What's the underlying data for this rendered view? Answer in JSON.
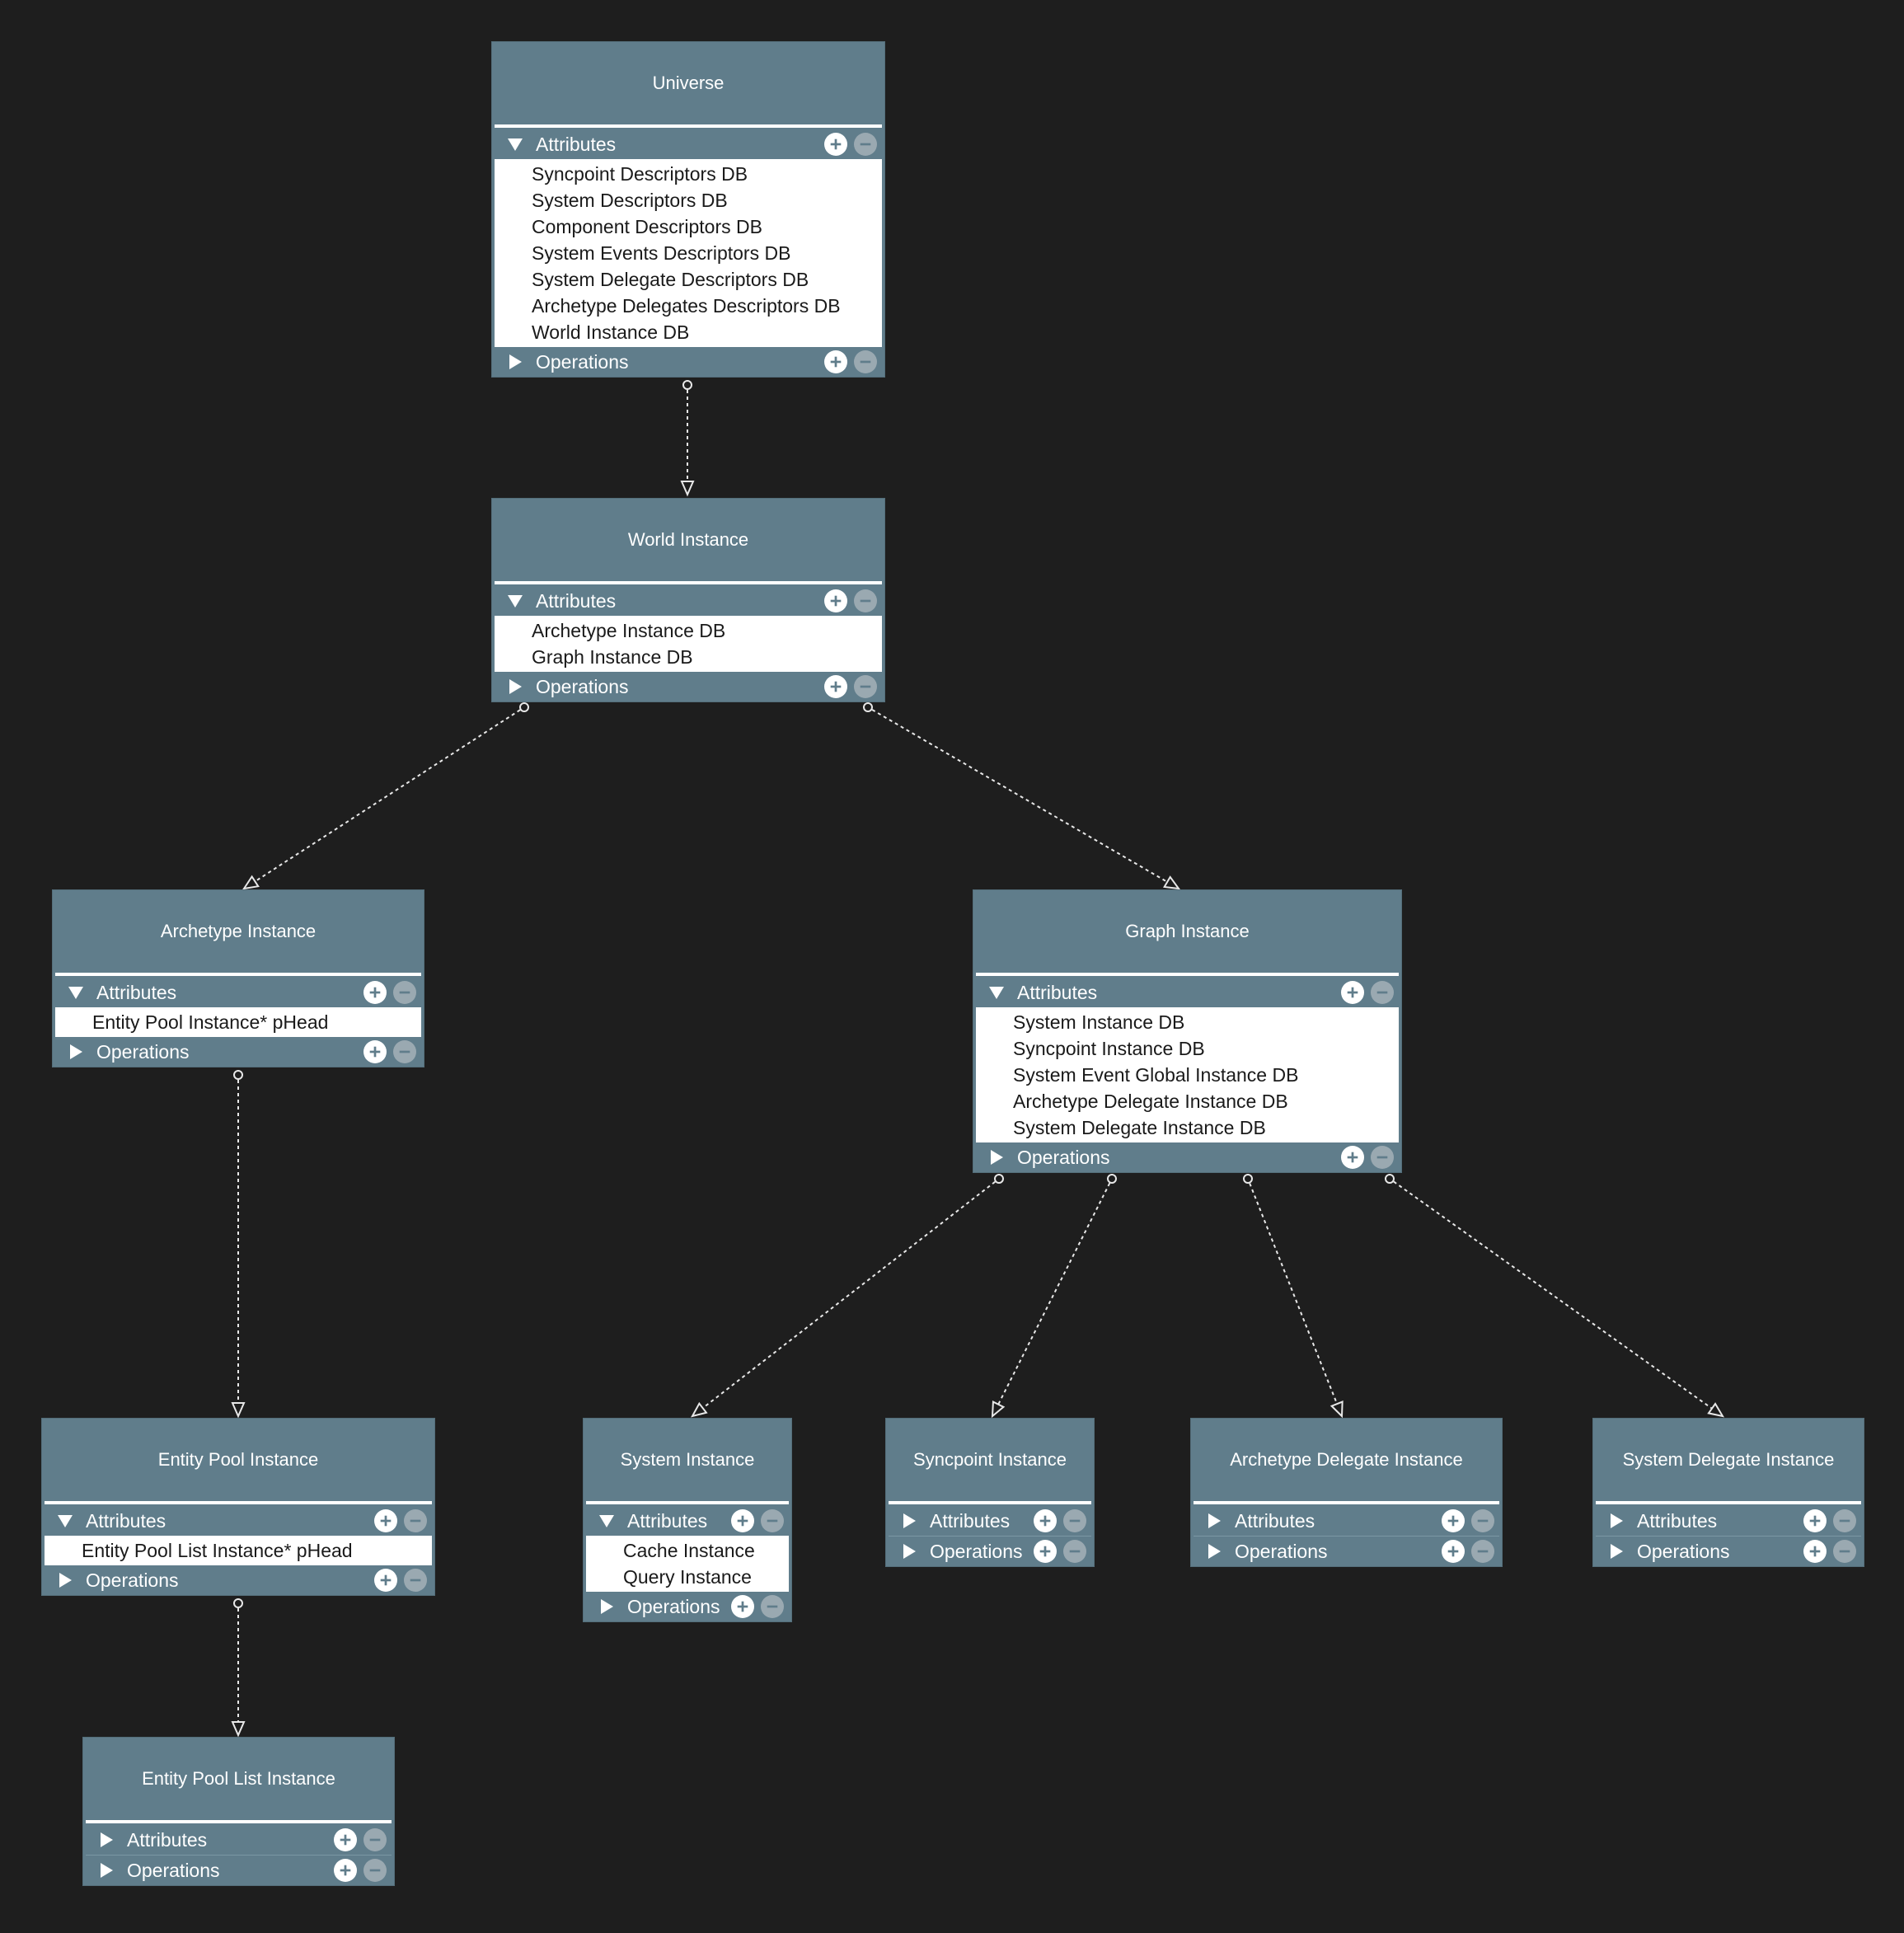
{
  "colors": {
    "background": "#1e1e1e",
    "node_fill": "#607d8b",
    "connector": "#e8e8e8"
  },
  "icons": {
    "expanded": "triangle-down-icon",
    "collapsed": "triangle-right-icon",
    "add": "plus-circle-icon",
    "remove": "minus-circle-icon"
  },
  "nodes": {
    "universe": {
      "title": "Universe",
      "attributes_label": "Attributes",
      "attributes_expanded": true,
      "attributes": [
        "Syncpoint Descriptors DB",
        "System Descriptors DB",
        "Component Descriptors DB",
        "System Events Descriptors DB",
        "System Delegate Descriptors DB",
        "Archetype Delegates Descriptors DB",
        "World Instance DB"
      ],
      "operations_label": "Operations"
    },
    "world_instance": {
      "title": "World Instance",
      "attributes_label": "Attributes",
      "attributes_expanded": true,
      "attributes": [
        "Archetype Instance DB",
        "Graph Instance DB"
      ],
      "operations_label": "Operations"
    },
    "archetype_instance": {
      "title": "Archetype Instance",
      "attributes_label": "Attributes",
      "attributes_expanded": true,
      "attributes": [
        "Entity Pool Instance* pHead"
      ],
      "operations_label": "Operations"
    },
    "graph_instance": {
      "title": "Graph Instance",
      "attributes_label": "Attributes",
      "attributes_expanded": true,
      "attributes": [
        "System Instance DB",
        "Syncpoint Instance DB",
        "System Event Global Instance DB",
        "Archetype Delegate Instance DB",
        "System Delegate Instance DB"
      ],
      "operations_label": "Operations"
    },
    "entity_pool_instance": {
      "title": "Entity Pool Instance",
      "attributes_label": "Attributes",
      "attributes_expanded": true,
      "attributes": [
        "Entity Pool List Instance* pHead"
      ],
      "operations_label": "Operations"
    },
    "system_instance": {
      "title": "System Instance",
      "attributes_label": "Attributes",
      "attributes_expanded": true,
      "attributes": [
        "Cache Instance",
        "Query Instance"
      ],
      "operations_label": "Operations"
    },
    "syncpoint_instance": {
      "title": "Syncpoint Instance",
      "attributes_label": "Attributes",
      "attributes_expanded": false,
      "attributes": [],
      "operations_label": "Operations"
    },
    "archetype_delegate_instance": {
      "title": "Archetype Delegate Instance",
      "attributes_label": "Attributes",
      "attributes_expanded": false,
      "attributes": [],
      "operations_label": "Operations"
    },
    "system_delegate_instance": {
      "title": "System Delegate Instance",
      "attributes_label": "Attributes",
      "attributes_expanded": false,
      "attributes": [],
      "operations_label": "Operations"
    },
    "entity_pool_list_instance": {
      "title": "Entity Pool List Instance",
      "attributes_label": "Attributes",
      "attributes_expanded": false,
      "attributes": [],
      "operations_label": "Operations"
    }
  },
  "edges": [
    {
      "from": "universe",
      "to": "world_instance"
    },
    {
      "from": "world_instance",
      "to": "archetype_instance"
    },
    {
      "from": "world_instance",
      "to": "graph_instance"
    },
    {
      "from": "archetype_instance",
      "to": "entity_pool_instance"
    },
    {
      "from": "entity_pool_instance",
      "to": "entity_pool_list_instance"
    },
    {
      "from": "graph_instance",
      "to": "system_instance"
    },
    {
      "from": "graph_instance",
      "to": "syncpoint_instance"
    },
    {
      "from": "graph_instance",
      "to": "archetype_delegate_instance"
    },
    {
      "from": "graph_instance",
      "to": "system_delegate_instance"
    }
  ]
}
